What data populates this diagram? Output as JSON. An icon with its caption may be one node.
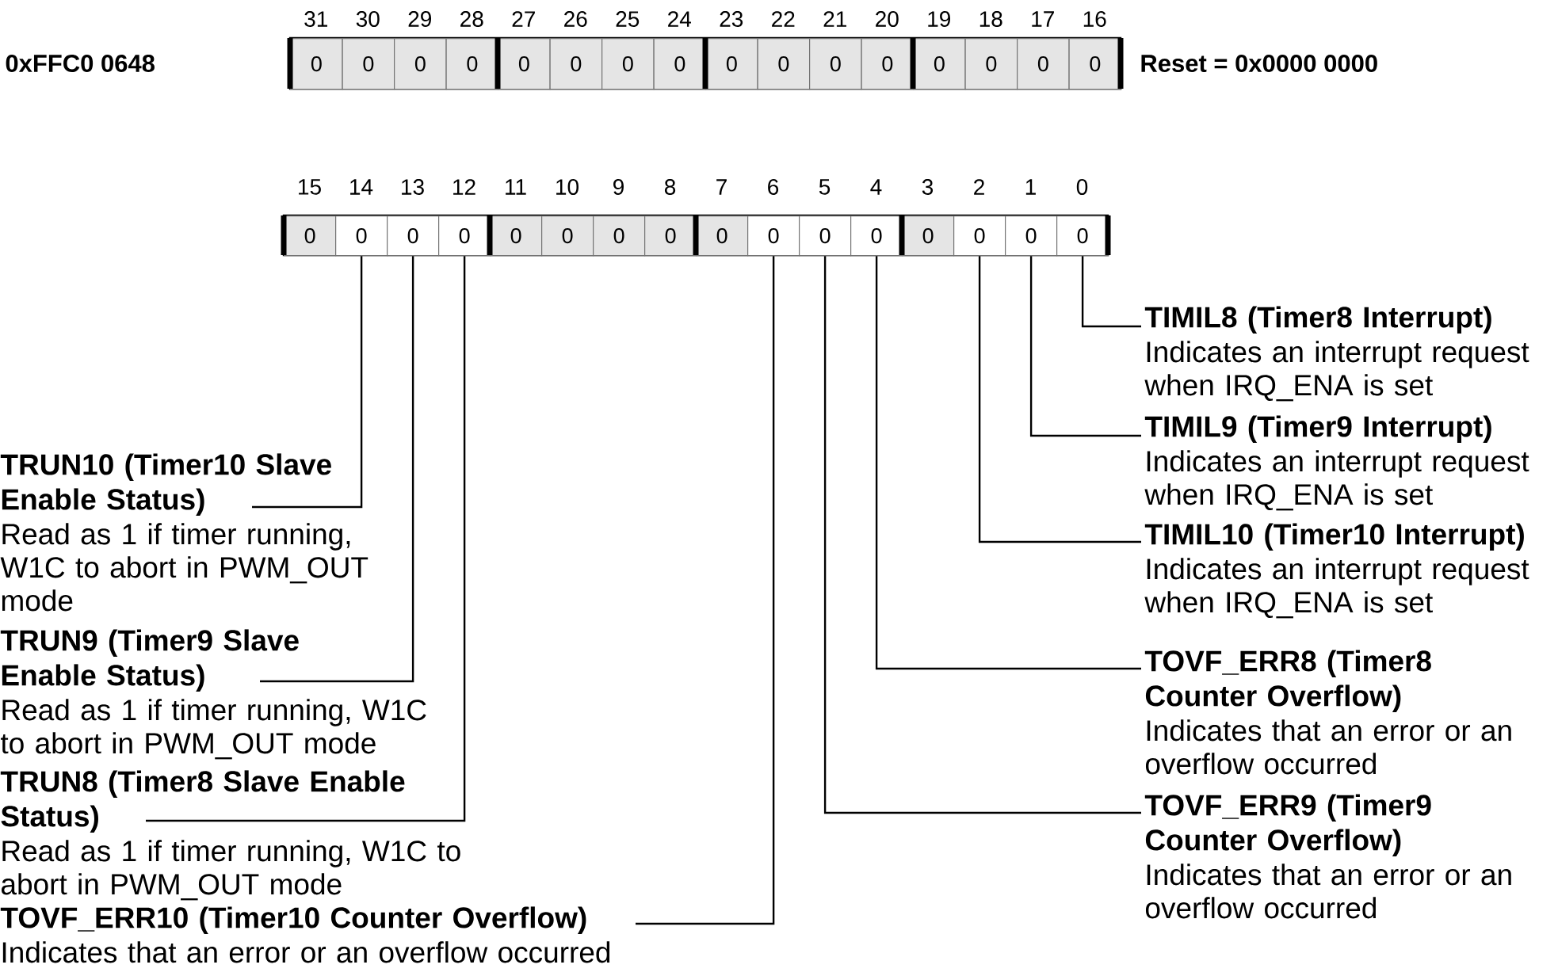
{
  "diagram": {
    "nodes": [
      {
        "text": [
          "0"
        ]
      },
      {
        "text": [
          "0"
        ]
      },
      {
        "text": [
          "0"
        ]
      },
      {
        "text": [
          "0"
        ]
      },
      {
        "text": [
          "0"
        ]
      },
      {
        "text": [
          "0"
        ]
      },
      {
        "text": [
          "0"
        ]
      },
      {
        "text": [
          "0"
        ]
      },
      {
        "text": [
          "0"
        ]
      },
      {
        "text": [
          "0"
        ]
      },
      {
        "text": [
          "0"
        ]
      },
      {
        "text": [
          "0"
        ]
      },
      {
        "text": [
          "0"
        ]
      },
      {
        "text": [
          "0"
        ]
      },
      {
        "text": [
          "0"
        ]
      },
      {
        "text": [
          "0"
        ]
      },
      {
        "text": [
          "0"
        ]
      },
      {
        "text": [
          "0"
        ]
      },
      {
        "text": [
          "0"
        ]
      },
      {
        "text": [
          "0"
        ]
      },
      {
        "text": [
          "0"
        ]
      },
      {
        "text": [
          "0"
        ]
      },
      {
        "text": [
          "0"
        ]
      },
      {
        "text": [
          "0"
        ]
      },
      {
        "text": [
          "0"
        ]
      },
      {
        "text": [
          "0"
        ]
      },
      {
        "text": [
          "0"
        ]
      },
      {
        "text": [
          "0"
        ]
      },
      {
        "text": [
          "0"
        ]
      },
      {
        "text": [
          "0"
        ]
      },
      {
        "text": [
          "0"
        ]
      },
      {
        "text": [
          "0"
        ]
      },
      {
        "text": [
          "TIMIL8 (Timer8 Interrupt)",
          "Indicates an interrupt request when IRQ_ENA is set"
        ]
      },
      {
        "text": [
          "TIMIL9 (Timer9 Interrupt)",
          "Indicates an interrupt request when IRQ_ENA is set"
        ]
      },
      {
        "text": [
          "TRUN10 (Timer10 Slave Enable Status)",
          "Read as 1 if timer running, W1C to abort in PWM_OUT mode"
        ]
      },
      {
        "text": [
          "TIMIL10 (Timer10 Interrupt)",
          "Indicates an interrupt request when IRQ_ENA is set"
        ]
      },
      {
        "text": [
          "TRUN9 (Timer9 Slave Enable Status)",
          "Read as 1 if timer running, W1C to abort in PWM_OUT mode"
        ]
      },
      {
        "text": [
          "TOVF_ERR8 (Timer8 Counter Overflow)",
          "Indicates that an error or an overflow occurred"
        ]
      },
      {
        "text": [
          "TRUN8 (Timer8 Slave Enable Status)",
          "Read as 1 if timer running, W1C to abort in PWM_OUT mode"
        ]
      },
      {
        "text": [
          "TOVF_ERR9 (Timer9 Counter Overflow)",
          "Indicates that an error or an overflow occurred"
        ]
      },
      {
        "text": [
          "TOVF_ERR10 (Timer10 Counter Overflow)",
          "Indicates that an error or an overflow occurred"
        ]
      }
    ],
    "edges": [
      {
        "from": 32,
        "to": 31,
        "arrow": "none"
      },
      {
        "from": 33,
        "to": 30,
        "arrow": "none"
      },
      {
        "from": 34,
        "to": 17,
        "arrow": "none"
      },
      {
        "from": 35,
        "to": 29,
        "arrow": "none"
      },
      {
        "from": 36,
        "to": 18,
        "arrow": "none"
      },
      {
        "from": 37,
        "to": 27,
        "arrow": "none"
      },
      {
        "from": 38,
        "to": 19,
        "arrow": "none"
      },
      {
        "from": 39,
        "to": 26,
        "arrow": "none"
      },
      {
        "from": 40,
        "to": 25,
        "arrow": "none"
      }
    ],
    "labels": [
      "31",
      "30",
      "29",
      "28",
      "27",
      "26",
      "25",
      "24",
      "23",
      "22",
      "21",
      "20",
      "19",
      "18",
      "17",
      "16",
      "0xFFC0 0648",
      "Reset = 0x0000 0000",
      "15",
      "14",
      "13",
      "12",
      "11",
      "10",
      "9",
      "8",
      "7",
      "6",
      "5",
      "4",
      "3",
      "2",
      "1",
      "0"
    ]
  }
}
